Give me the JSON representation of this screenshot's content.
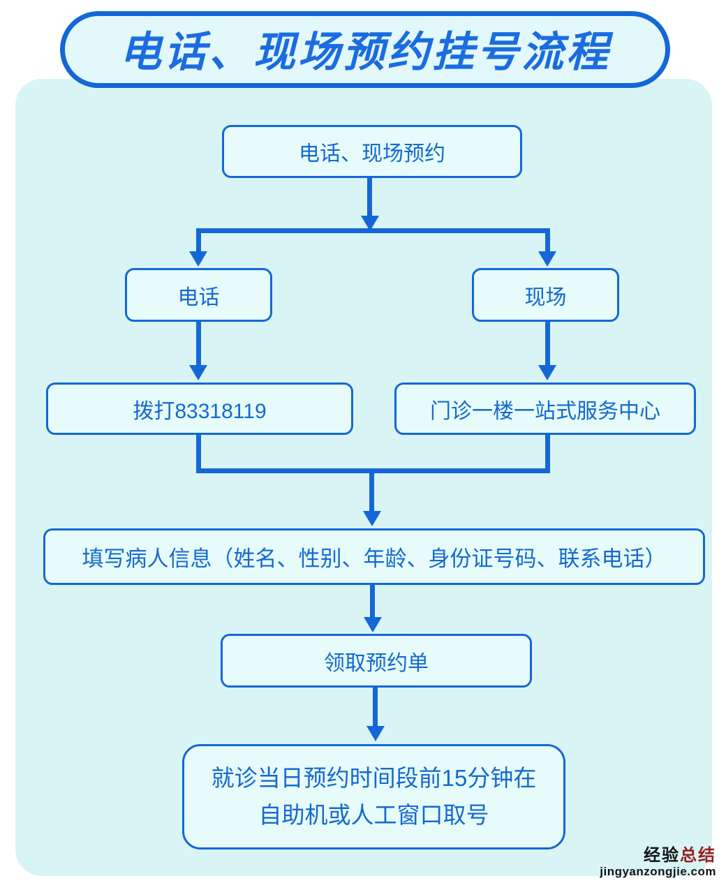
{
  "title": "电话、现场预约挂号流程",
  "colors": {
    "line_blue": "#1467d6",
    "title_blue": "#1b6ce0",
    "text_blue": "#1569cf",
    "panel_bg": "#d9f4f5",
    "box_bg": "#e6fbfa",
    "pill_bg": "#e3f8fa",
    "watermark_black": "#141414",
    "watermark_red": "#9b1d1d"
  },
  "nodes": {
    "start": "电话、现场预约",
    "phone": "电话",
    "onsite": "现场",
    "dial": "拨打83318119",
    "service_center": "门诊一楼一站式服务中心",
    "fill_info": "填写病人信息（姓名、性别、年龄、身份证号码、联系电话）",
    "get_slip": "领取预约单",
    "final_line1": "就诊当日预约时间段前15分钟在",
    "final_line2": "自助机或人工窗口取号"
  },
  "watermark": {
    "brand_black": "经验",
    "brand_red": "总结",
    "site": "jingyanzongjie.com"
  }
}
